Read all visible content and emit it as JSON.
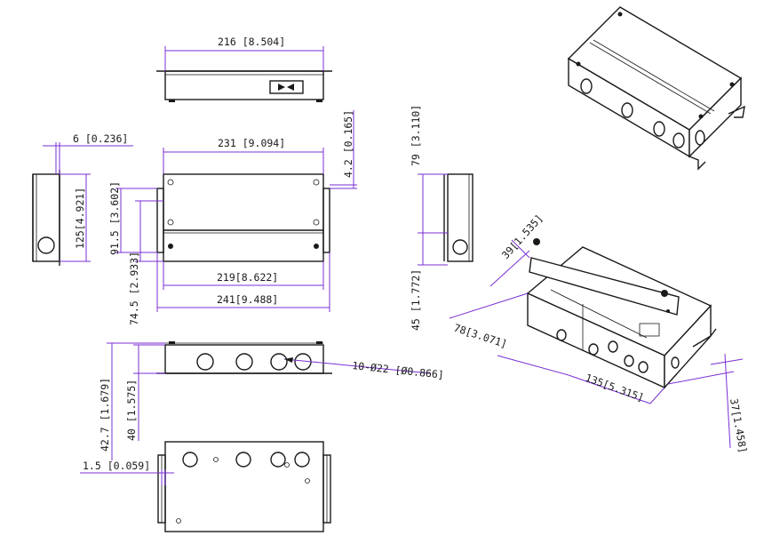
{
  "dimensions": {
    "top_width": "216 [8.504]",
    "front_width": "231 [9.094]",
    "flange_thickness": "4.2 [0.165]",
    "side_flange": "6 [0.236]",
    "side_height": "125[4.921]",
    "front_inner_height": "91.5 [3.602]",
    "front_cover_height": "74.5 [2.933]",
    "inner_width": "219[8.622]",
    "overall_width": "241[9.488]",
    "right_side_height": "79 [3.110]",
    "right_lower_height": "45 [1.772]",
    "knockout_holes": "10-Ø22 [Ø0.866]",
    "bottom_total_height": "42.7 [1.679]",
    "bottom_body_height": "40 [1.575]",
    "base_flange": "1.5 [0.059]",
    "iso_depth": "39[1.535]",
    "iso_width_left": "78[3.071]",
    "iso_width_right": "135[5.315]",
    "iso_height": "37[1.458]"
  },
  "colors": {
    "dimension_line": "#7a2fd4",
    "object_line": "#1a1a1a"
  }
}
